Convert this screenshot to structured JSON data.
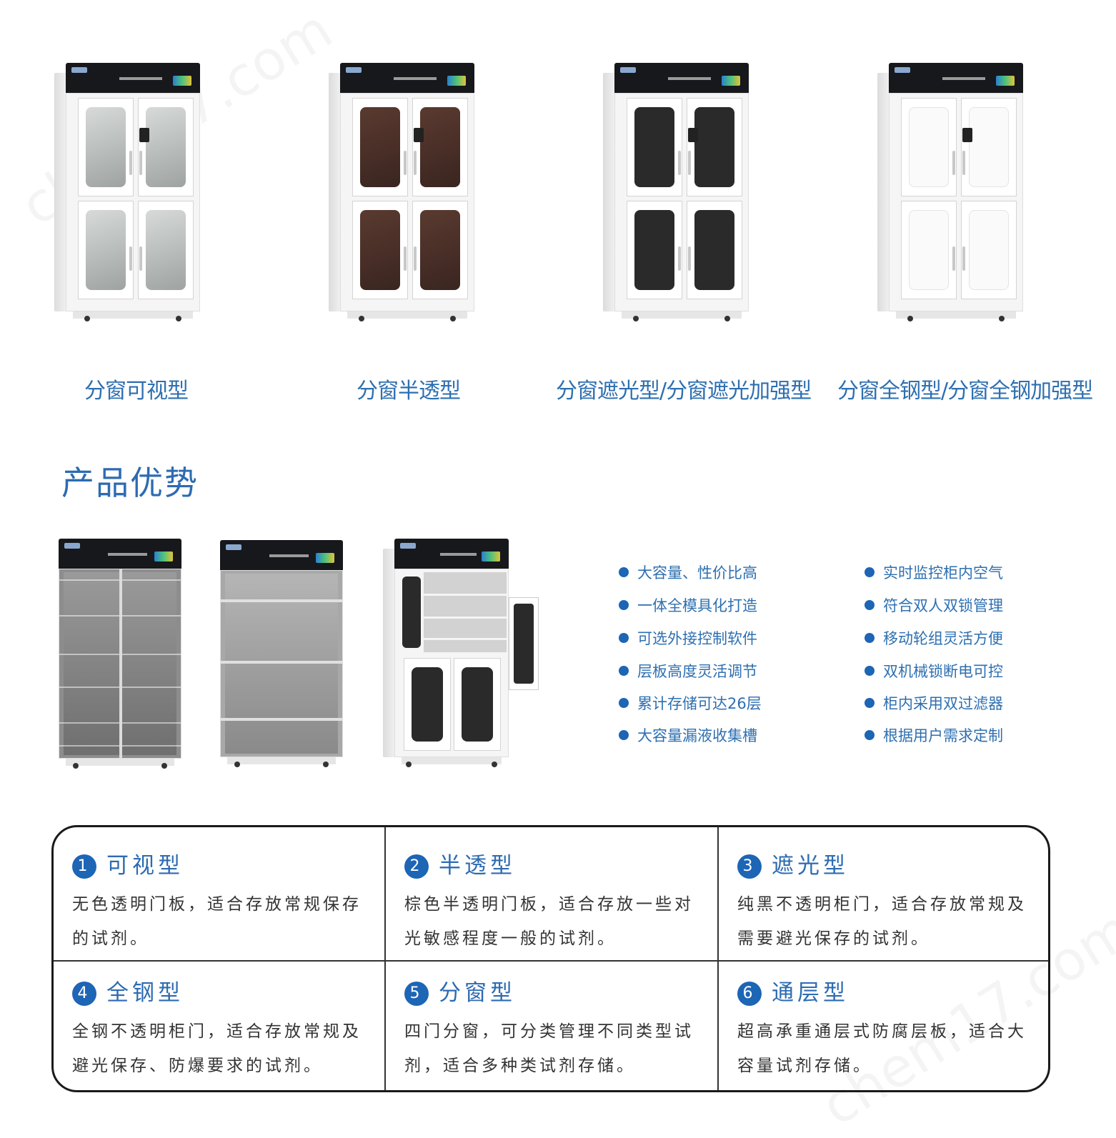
{
  "cabinet_types": [
    {
      "label": "分窗可视型"
    },
    {
      "label": "分窗半透型"
    },
    {
      "label": "分窗遮光型/分窗遮光加强型"
    },
    {
      "label": "分窗全钢型/分窗全钢加强型"
    }
  ],
  "section_title": "产品优势",
  "features_left": [
    "大容量、性价比高",
    "一体全模具化打造",
    "可选外接控制软件",
    "层板高度灵活调节",
    "累计存储可达26层",
    "大容量漏液收集槽"
  ],
  "features_right": [
    "实时监控柜内空气",
    "符合双人双锁管理",
    "移动轮组灵活方便",
    "双机械锁断电可控",
    "柜内采用双过滤器",
    "根据用户需求定制"
  ],
  "table": [
    {
      "num": "1",
      "title": "可视型",
      "desc": "无色透明门板，适合存放常规保存的试剂。"
    },
    {
      "num": "2",
      "title": "半透型",
      "desc": "棕色半透明门板，适合存放一些对光敏感程度一般的试剂。"
    },
    {
      "num": "3",
      "title": "遮光型",
      "desc": "纯黑不透明柜门，适合存放常规及需要避光保存的试剂。"
    },
    {
      "num": "4",
      "title": "全钢型",
      "desc": "全钢不透明柜门，适合存放常规及避光保存、防爆要求的试剂。"
    },
    {
      "num": "5",
      "title": "分窗型",
      "desc": "四门分窗，可分类管理不同类型试剂，适合多种类试剂存储。"
    },
    {
      "num": "6",
      "title": "通层型",
      "desc": "超高承重通层式防腐层板，适合大容量试剂存储。"
    }
  ],
  "watermark": "chem17.com",
  "colors": {
    "accent": "#2d6bb2",
    "dot": "#1d65b5",
    "border": "#1a1a1a"
  }
}
